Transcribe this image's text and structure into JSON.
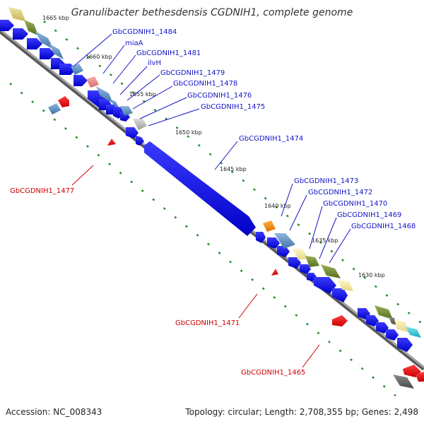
{
  "title": "Granulibacter bethesdensis CGDNIH1, complete genome",
  "footer": {
    "accession": "Accession: NC_008343",
    "topology": "Topology: circular; Length: 2,708,355 bp; Genes: 2,498"
  },
  "ticks": [
    "1665 kbp",
    "1660 kbp",
    "1655 kbp",
    "1650 kbp",
    "1645 kbp",
    "1640 kbp",
    "1635 kbp",
    "1630 kbp"
  ],
  "blue_labels": [
    "GbCGDNIH1_1484",
    "miaA",
    "GbCGDNIH1_1481",
    "ilvH",
    "GbCGDNIH1_1479",
    "GbCGDNIH1_1478",
    "GbCGDNIH1_1476",
    "GbCGDNIH1_1475",
    "GbCGDNIH1_1474",
    "GbCGDNIH1_1473",
    "GbCGDNIH1_1472",
    "GbCGDNIH1_1470",
    "GbCGDNIH1_1469",
    "GbCGDNIH1_1468"
  ],
  "red_labels": [
    "GbCGDNIH1_1477",
    "GbCGDNIH1_1471",
    "GbCGDNIH1_1465"
  ],
  "colors": {
    "gene_forward": "#1a1aff",
    "gene_reverse": "#e81010",
    "label_blue": "#1414c8",
    "label_red": "#cc0000",
    "backbone": "#8a8a8a",
    "tick_dash": "#2a8a2a"
  }
}
